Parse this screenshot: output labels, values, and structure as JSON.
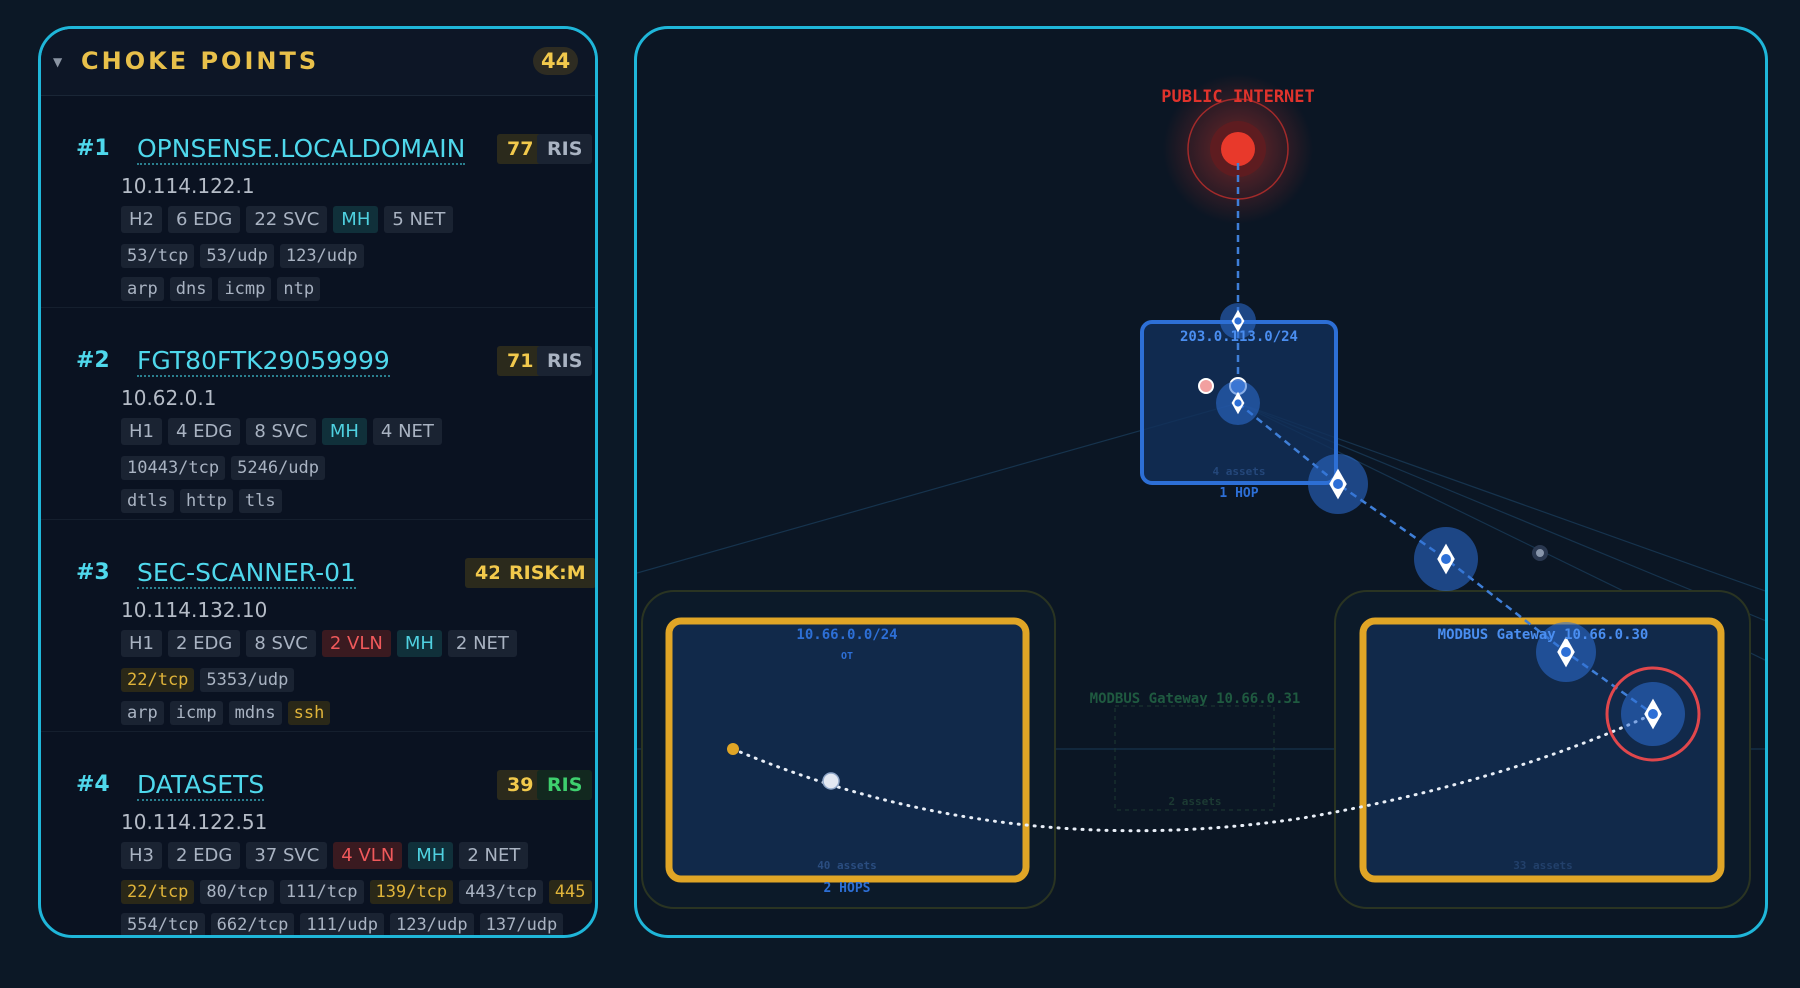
{
  "choke_panel": {
    "title": "CHOKE POINTS",
    "count": "44",
    "items": [
      {
        "rank": "#1",
        "host": "OPNSENSE.LOCALDOMAIN",
        "score": "77",
        "risk": "RIS",
        "risk_color": "#a9b3c2",
        "risk_bg": "#1a2332",
        "ip": "10.114.122.1",
        "tags": [
          {
            "t": "H2"
          },
          {
            "t": "6 EDG"
          },
          {
            "t": "22 SVC"
          },
          {
            "t": "MH",
            "k": "mh"
          },
          {
            "t": "5 NET"
          }
        ],
        "ports": [
          {
            "t": "53/tcp"
          },
          {
            "t": "53/udp"
          },
          {
            "t": "123/udp"
          }
        ],
        "protocols": [
          {
            "t": "arp"
          },
          {
            "t": "dns"
          },
          {
            "t": "icmp"
          },
          {
            "t": "ntp"
          }
        ]
      },
      {
        "rank": "#2",
        "host": "FGT80FTK29059999",
        "score": "71",
        "risk": "RIS",
        "risk_color": "#a9b3c2",
        "risk_bg": "#1a2332",
        "ip": "10.62.0.1",
        "tags": [
          {
            "t": "H1"
          },
          {
            "t": "4 EDG"
          },
          {
            "t": "8 SVC"
          },
          {
            "t": "MH",
            "k": "mh"
          },
          {
            "t": "4 NET"
          }
        ],
        "ports": [
          {
            "t": "10443/tcp"
          },
          {
            "t": "5246/udp"
          }
        ],
        "protocols": [
          {
            "t": "dtls"
          },
          {
            "t": "http"
          },
          {
            "t": "tls"
          }
        ]
      },
      {
        "rank": "#3",
        "host": "SEC-SCANNER-01",
        "score": "42",
        "risk": "RISK:M",
        "risk_color": "#f2c94c",
        "risk_bg": "#2b2a1c",
        "ip": "10.114.132.10",
        "tags": [
          {
            "t": "H1"
          },
          {
            "t": "2 EDG"
          },
          {
            "t": "8 SVC"
          },
          {
            "t": "2 VLN",
            "k": "vln"
          },
          {
            "t": "MH",
            "k": "mh"
          },
          {
            "t": "2 NET"
          }
        ],
        "ports": [
          {
            "t": "22/tcp",
            "k": "warn"
          },
          {
            "t": "5353/udp"
          }
        ],
        "protocols": [
          {
            "t": "arp"
          },
          {
            "t": "icmp"
          },
          {
            "t": "mdns"
          },
          {
            "t": "ssh",
            "k": "warn"
          }
        ]
      },
      {
        "rank": "#4",
        "host": "DATASETS",
        "score": "39",
        "risk": "RIS",
        "risk_color": "#3ecf6e",
        "risk_bg": "#12281f",
        "ip": "10.114.122.51",
        "tags": [
          {
            "t": "H3"
          },
          {
            "t": "2 EDG"
          },
          {
            "t": "37 SVC"
          },
          {
            "t": "4 VLN",
            "k": "vln"
          },
          {
            "t": "MH",
            "k": "mh"
          },
          {
            "t": "2 NET"
          }
        ],
        "ports": [
          {
            "t": "22/tcp",
            "k": "warn"
          },
          {
            "t": "80/tcp"
          },
          {
            "t": "111/tcp"
          },
          {
            "t": "139/tcp",
            "k": "warn"
          },
          {
            "t": "443/tcp"
          },
          {
            "t": "445",
            "k": "warn"
          }
        ],
        "protocols": [
          {
            "t": "554/tcp"
          },
          {
            "t": "662/tcp"
          },
          {
            "t": "111/udp"
          },
          {
            "t": "123/udp"
          },
          {
            "t": "137/udp"
          }
        ]
      }
    ]
  },
  "map": {
    "internet_label": "PUBLIC INTERNET",
    "dmz": {
      "cidr": "203.0.113.0/24",
      "assets": "4 assets",
      "hops": "1 HOP"
    },
    "ot": {
      "cidr": "10.66.0.0/24",
      "zone": "OT",
      "assets": "40 assets",
      "hops": "2 HOPS"
    },
    "gateway_31": {
      "label": "MODBUS Gateway 10.66.0.31",
      "assets": "2 assets"
    },
    "gateway_30": {
      "label": "MODBUS Gateway 10.66.0.30",
      "assets": "33 assets"
    },
    "colors": {
      "internet": "#e8392b",
      "subnet": "#2d6fd6",
      "highlight": "#e0a526",
      "alert": "#e0474c"
    }
  }
}
